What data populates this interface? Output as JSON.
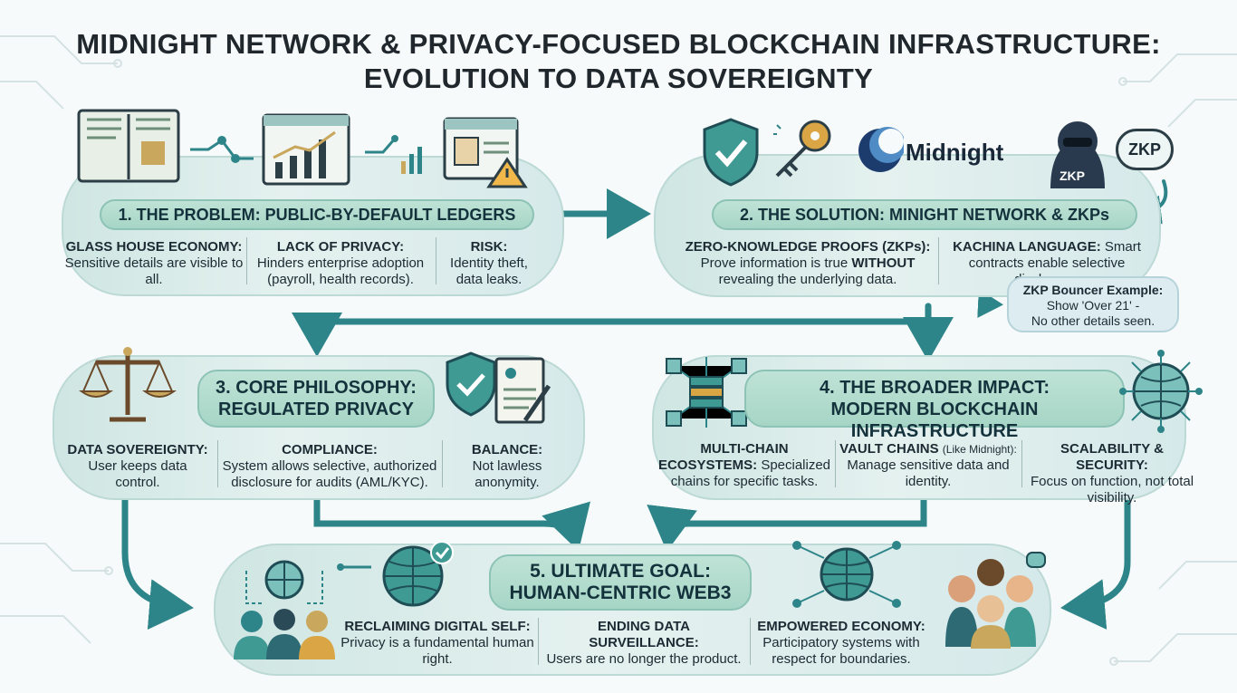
{
  "title": {
    "line1": "MIDNIGHT NETWORK & PRIVACY-FOCUSED BLOCKCHAIN INFRASTRUCTURE:",
    "line2": "EVOLUTION TO DATA SOVEREIGNTY"
  },
  "section1": {
    "heading": "1. THE PROBLEM: PUBLIC-BY-DEFAULT LEDGERS",
    "columns": [
      {
        "label": "GLASS HOUSE ECONOMY:",
        "text": "Sensitive details are visible to all."
      },
      {
        "label": "LACK OF PRIVACY:",
        "text": "Hinders enterprise adoption (payroll, health records)."
      },
      {
        "label": "RISK:",
        "text": "Identity theft, data leaks."
      }
    ]
  },
  "section2": {
    "heading": "2. THE SOLUTION: MINIGHT NETWORK & ZKPs",
    "logo_text": "Midnight",
    "zkp_badge": "ZKP",
    "hacker_label": "ZKP",
    "zkp_label": "ZERO-KNOWLEDGE PROOFS (ZKPs):",
    "zkp_text_a": "Prove information is true ",
    "zkp_text_b": "WITHOUT",
    "zkp_text_c": "revealing the underlying data.",
    "kachina_label": "KACHINA LANGUAGE:",
    "kachina_text_a": "Smart",
    "kachina_text_b": "contracts enable selective disclosure.",
    "bouncer_label": "ZKP Bouncer Example:",
    "bouncer_text_a": "Show 'Over 21' -",
    "bouncer_text_b": "No other details seen."
  },
  "section3": {
    "heading_line1": "3. CORE PHILOSOPHY:",
    "heading_line2": "REGULATED PRIVACY",
    "columns": [
      {
        "label": "DATA SOVEREIGNTY:",
        "text": "User keeps data control."
      },
      {
        "label": "COMPLIANCE:",
        "text": "System allows selective, authorized disclosure for audits (AML/KYC)."
      },
      {
        "label": "BALANCE:",
        "text": "Not lawless anonymity."
      }
    ]
  },
  "section4": {
    "heading_line1": "4. THE BROADER IMPACT:",
    "heading_line2": "MODERN BLOCKCHAIN INFRASTRUCTURE",
    "col1_label_a": "MULTI-CHAIN",
    "col1_label_b": "ECOSYSTEMS:",
    "col1_text_a": "Specialized",
    "col1_text_b": "chains for specific tasks.",
    "col2_label": "VAULT CHAINS",
    "col2_label_small": "(Like Midnight):",
    "col2_text": "Manage sensitive data and identity.",
    "col3_label": "SCALABILITY & SECURITY:",
    "col3_text": "Focus on function, not total visibility."
  },
  "section5": {
    "heading_line1": "5. ULTIMATE GOAL:",
    "heading_line2": "HUMAN-CENTRIC WEB3",
    "columns": [
      {
        "label": "RECLAIMING DIGITAL SELF:",
        "text": "Privacy is a fundamental human right."
      },
      {
        "label": "ENDING DATA SURVEILLANCE:",
        "text": "Users are no longer the product."
      },
      {
        "label": "EMPOWERED ECONOMY:",
        "text": "Participatory systems with respect for boundaries."
      }
    ]
  },
  "colors": {
    "teal_arrow": "#2e8589",
    "pill_fill": "#a6d5c6",
    "panel_fill": "#d6e9ea"
  },
  "icons": [
    "open-book-icon",
    "chart-screen-icon",
    "id-card-warning-icon",
    "shield-check-icon",
    "key-icon",
    "midnight-logo-icon",
    "hacker-icon",
    "scales-icon",
    "shield-document-icon",
    "blocks-network-icon",
    "globe-network-icon",
    "people-group-icon"
  ]
}
